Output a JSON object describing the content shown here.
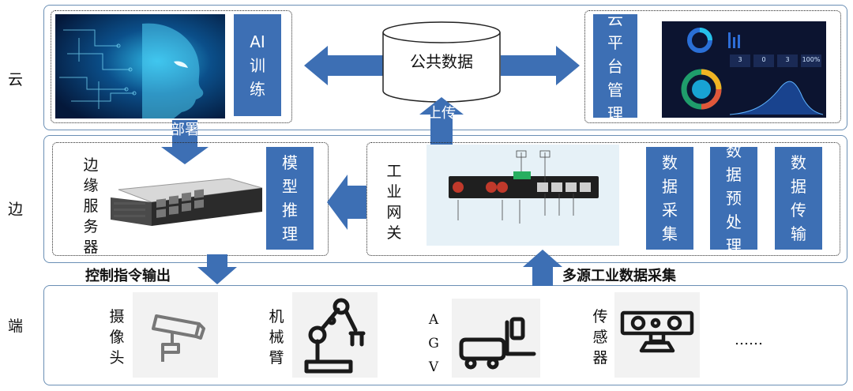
{
  "tiers": {
    "cloud": "云",
    "edge": "边",
    "device": "端"
  },
  "cloud": {
    "ai_training": "AI训练",
    "public_data": "公共数据",
    "cloud_platform": "云平台管理",
    "dashboard_values": [
      "3",
      "0",
      "3",
      "100%"
    ]
  },
  "arrows": {
    "deploy": "部署",
    "upload": "上传",
    "control_output": "控制指令输出",
    "multi_source": "多源工业数据采集"
  },
  "edge": {
    "edge_server": "边缘服务器",
    "model_inference": "模型推理",
    "industrial_gateway": "工业网关",
    "data_collection": "数据采集",
    "data_preprocess": "数据预处理",
    "data_transfer": "数据传输"
  },
  "devices": {
    "camera": "摄像头",
    "robot_arm": "机械臂",
    "agv": "AGV",
    "sensor": "传感器",
    "more": "……"
  },
  "colors": {
    "accent_blue": "#3d6fb4",
    "tier_border": "#6a8fb5"
  }
}
